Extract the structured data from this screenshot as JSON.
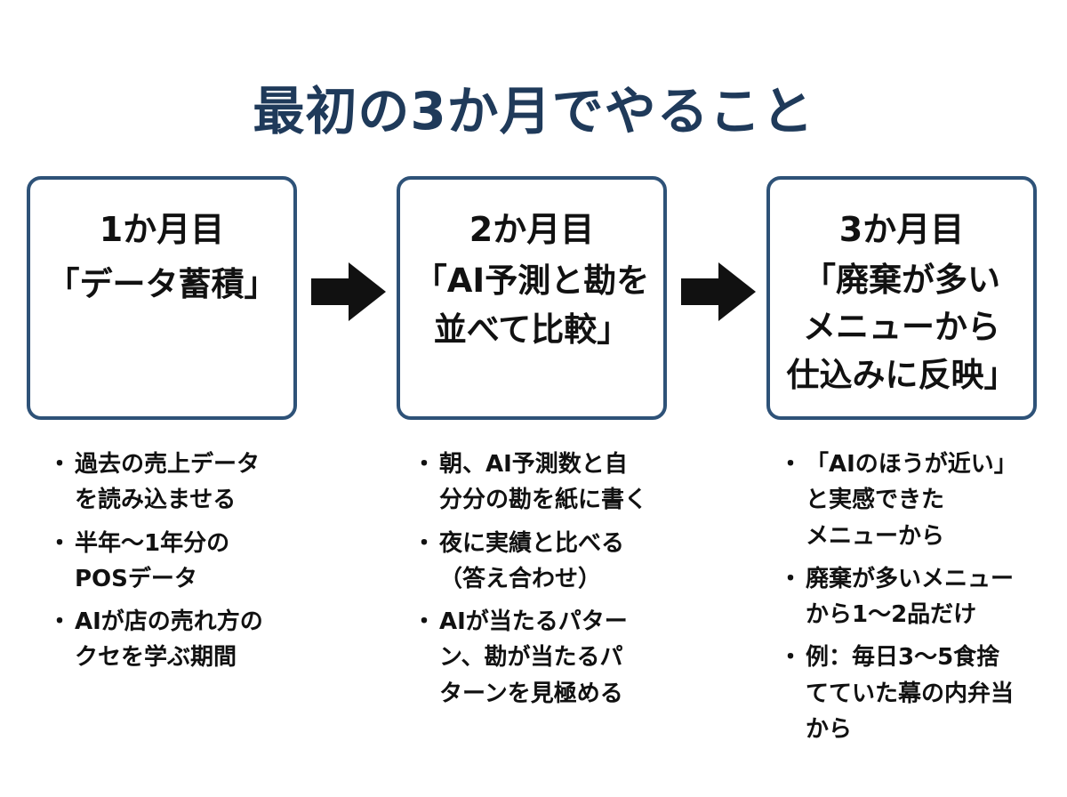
{
  "title": "最初の3か月でやること",
  "steps": [
    {
      "month": "1か月目",
      "name": "「データ蓄積」",
      "bullets": [
        "過去の売上データ\nを読み込ませる",
        "半年〜1年分の\nPOSデータ",
        "AIが店の売れ方の\nクセを学ぶ期間"
      ]
    },
    {
      "month": "2か月目",
      "name": "「AI予測と勘を\n並べて比較」",
      "bullets": [
        "朝、AI予測数と自\n分分の勘を紙に書く",
        "夜に実績と比べる\n（答え合わせ）",
        "AIが当たるパター\nン、勘が当たるパ\nターンを見極める"
      ]
    },
    {
      "month": "3か月目",
      "name": "「廃棄が多い\nメニューから\n仕込みに反映」",
      "bullets": [
        "「AIのほうが近い」\nと実感できた\nメニューから",
        "廃棄が多いメニュー\nから1〜2品だけ",
        "例：毎日3〜5食捨\nてていた幕の内弁当\nから"
      ]
    }
  ],
  "icons": {
    "arrow": "right-arrow-icon"
  },
  "colors": {
    "title": "#1f3a5a",
    "box_border": "#2e5278",
    "arrow": "#111111"
  }
}
